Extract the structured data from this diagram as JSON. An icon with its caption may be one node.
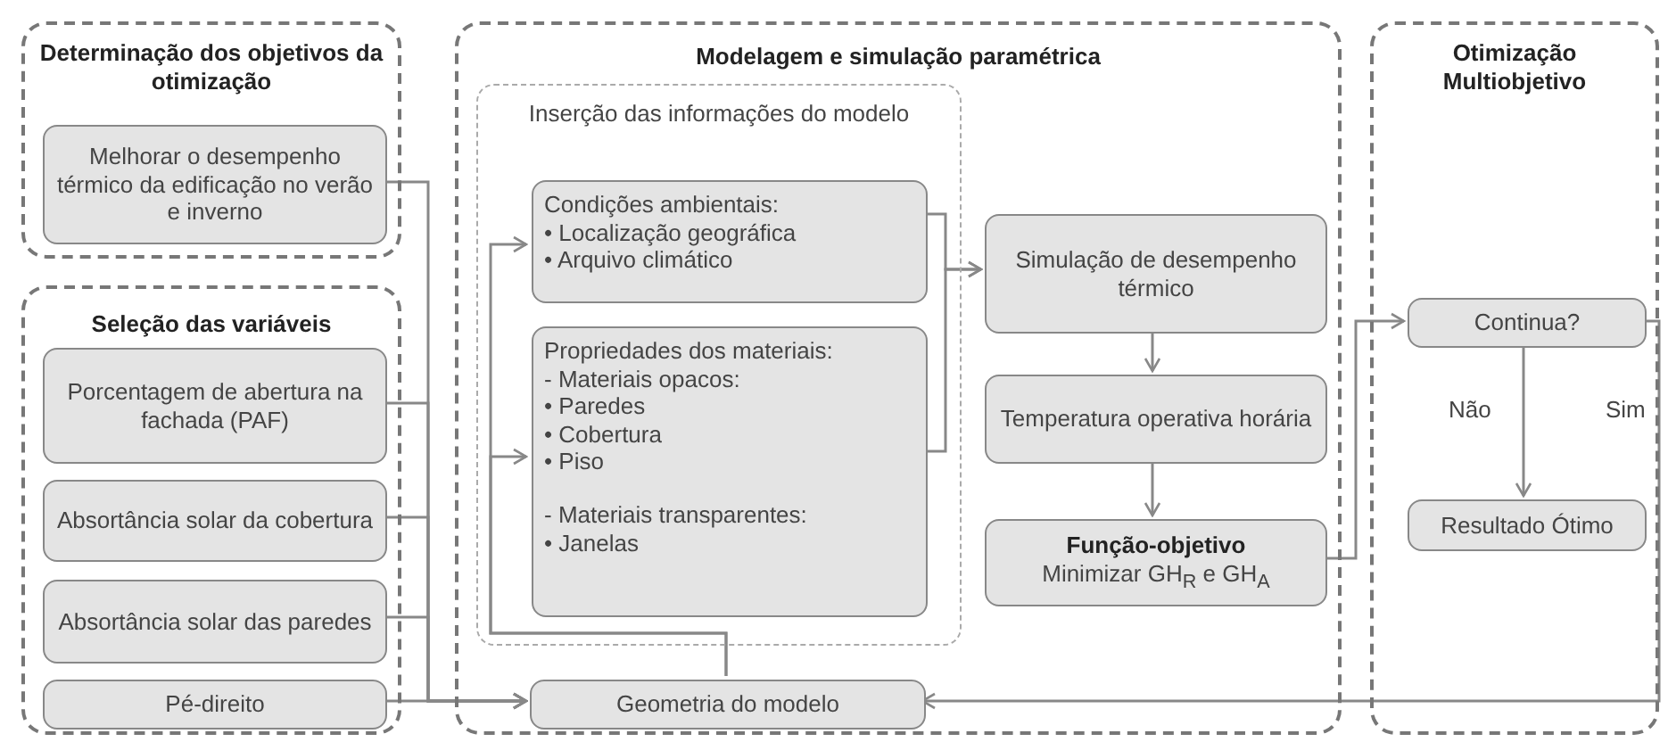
{
  "diagram": {
    "nodes": [
      {
        "text": [
          "Determinação dos objetivos da otimização"
        ]
      },
      {
        "text": [
          "Melhorar o desempenho térmico da edificação no verão e inverno"
        ],
        "in": 0
      },
      {
        "text": [
          "Seleção das variáveis"
        ]
      },
      {
        "text": [
          "Porcentagem de abertura na fachada (PAF)"
        ],
        "in": 2
      },
      {
        "text": [
          "Absortância solar da cobertura"
        ],
        "in": 2
      },
      {
        "text": [
          "Absortância solar das paredes"
        ],
        "in": 2
      },
      {
        "text": [
          "Pé-direito"
        ],
        "in": 2
      },
      {
        "text": [
          "Modelagem e simulação paramétrica"
        ]
      },
      {
        "text": [
          "Inserção das informações do modelo"
        ],
        "in": 7
      },
      {
        "text": [
          "Condições ambientais:",
          "• Localização geográfica",
          "• Arquivo climático"
        ],
        "in": 8
      },
      {
        "text": [
          "Propriedades dos materiais:",
          "- Materiais opacos:",
          "• Paredes",
          "• Cobertura",
          "• Piso",
          "- Materiais transparentes:",
          "• Janelas"
        ],
        "in": 8
      },
      {
        "text": [
          "Simulação de desempenho térmico"
        ],
        "in": 7
      },
      {
        "text": [
          "Temperatura operativa horária"
        ],
        "in": 7
      },
      {
        "text": [
          "Função-objetivo",
          "Minimizar GH$_{R}$ e GH$_{A}$"
        ],
        "in": 7
      },
      {
        "text": [
          "Geometria do modelo"
        ],
        "in": 7
      },
      {
        "text": [
          "Otimização Multiobjetivo"
        ]
      },
      {
        "text": [
          "Continua?"
        ],
        "in": 15
      },
      {
        "text": [
          "Resultado Ótimo"
        ],
        "in": 15
      }
    ],
    "edges": [
      {
        "from": 1,
        "to": 14,
        "arrow": "to"
      },
      {
        "from": 3,
        "to": 14,
        "arrow": "to"
      },
      {
        "from": 4,
        "to": 14,
        "arrow": "to"
      },
      {
        "from": 5,
        "to": 14,
        "arrow": "to"
      },
      {
        "from": 6,
        "to": 14,
        "arrow": "to"
      },
      {
        "from": 14,
        "to": 9,
        "arrow": "to"
      },
      {
        "from": 14,
        "to": 10,
        "arrow": "to"
      },
      {
        "from": 9,
        "to": 11,
        "arrow": "to"
      },
      {
        "from": 10,
        "to": 11,
        "arrow": "to"
      },
      {
        "from": 11,
        "to": 12,
        "arrow": "to"
      },
      {
        "from": 12,
        "to": 13,
        "arrow": "to"
      },
      {
        "from": 13,
        "to": 16,
        "arrow": "to"
      },
      {
        "from": 16,
        "to": 17,
        "arrow": "to",
        "label": "Não"
      },
      {
        "from": 16,
        "to": 14,
        "arrow": "to",
        "label": "Sim"
      }
    ]
  }
}
